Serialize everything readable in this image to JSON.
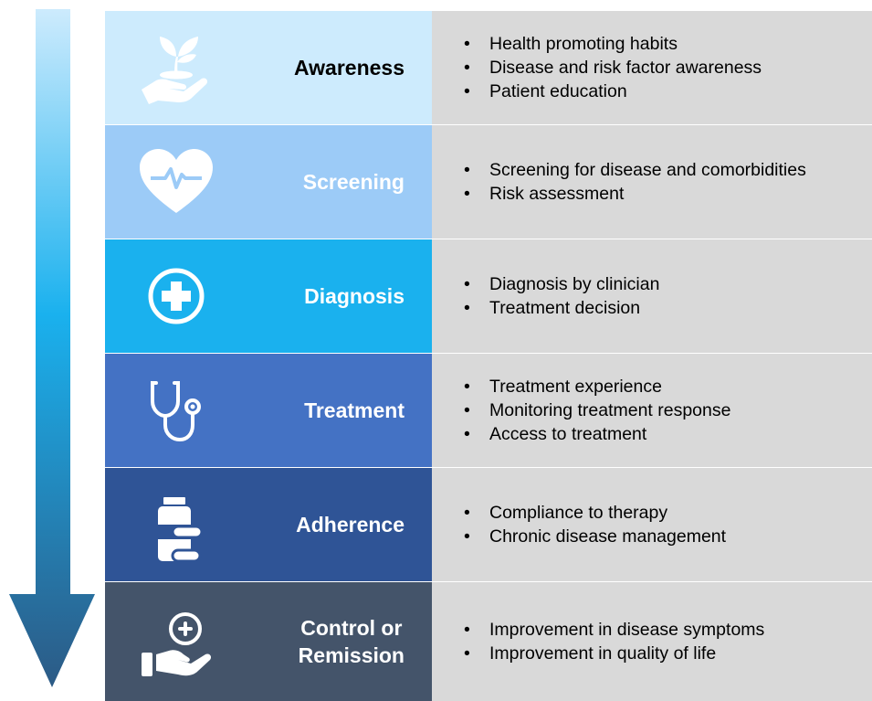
{
  "stages": [
    {
      "label": "Awareness",
      "color": "#cdebfd",
      "label_color": "#000000",
      "icon": "plant-in-hand-icon",
      "items": [
        "Health promoting habits",
        "Disease and risk factor awareness",
        "Patient education"
      ]
    },
    {
      "label": "Screening",
      "color": "#9ccbf7",
      "label_color": "#ffffff",
      "icon": "heart-pulse-icon",
      "items": [
        "Screening for disease and comorbidities",
        "Risk assessment"
      ]
    },
    {
      "label": "Diagnosis",
      "color": "#1ab1ee",
      "label_color": "#ffffff",
      "icon": "medical-cross-icon",
      "items": [
        "Diagnosis by clinician",
        "Treatment decision"
      ]
    },
    {
      "label": "Treatment",
      "color": "#4472c4",
      "label_color": "#ffffff",
      "icon": "stethoscope-icon",
      "items": [
        "Treatment experience",
        "Monitoring treatment response",
        "Access to treatment"
      ]
    },
    {
      "label": "Adherence",
      "color": "#2f5496",
      "label_color": "#ffffff",
      "icon": "pill-bottle-icon",
      "items": [
        "Compliance to therapy",
        "Chronic disease management"
      ]
    },
    {
      "label_line1": "Control or",
      "label_line2": "Remission",
      "color": "#44546a",
      "label_color": "#ffffff",
      "icon": "hand-with-plus-icon",
      "items": [
        "Improvement in disease symptoms",
        "Improvement in quality of life"
      ]
    }
  ],
  "arrow": {
    "color_top": "#cdebfd",
    "color_mid": "#1ab1ee",
    "color_bottom": "#2c5a85"
  }
}
